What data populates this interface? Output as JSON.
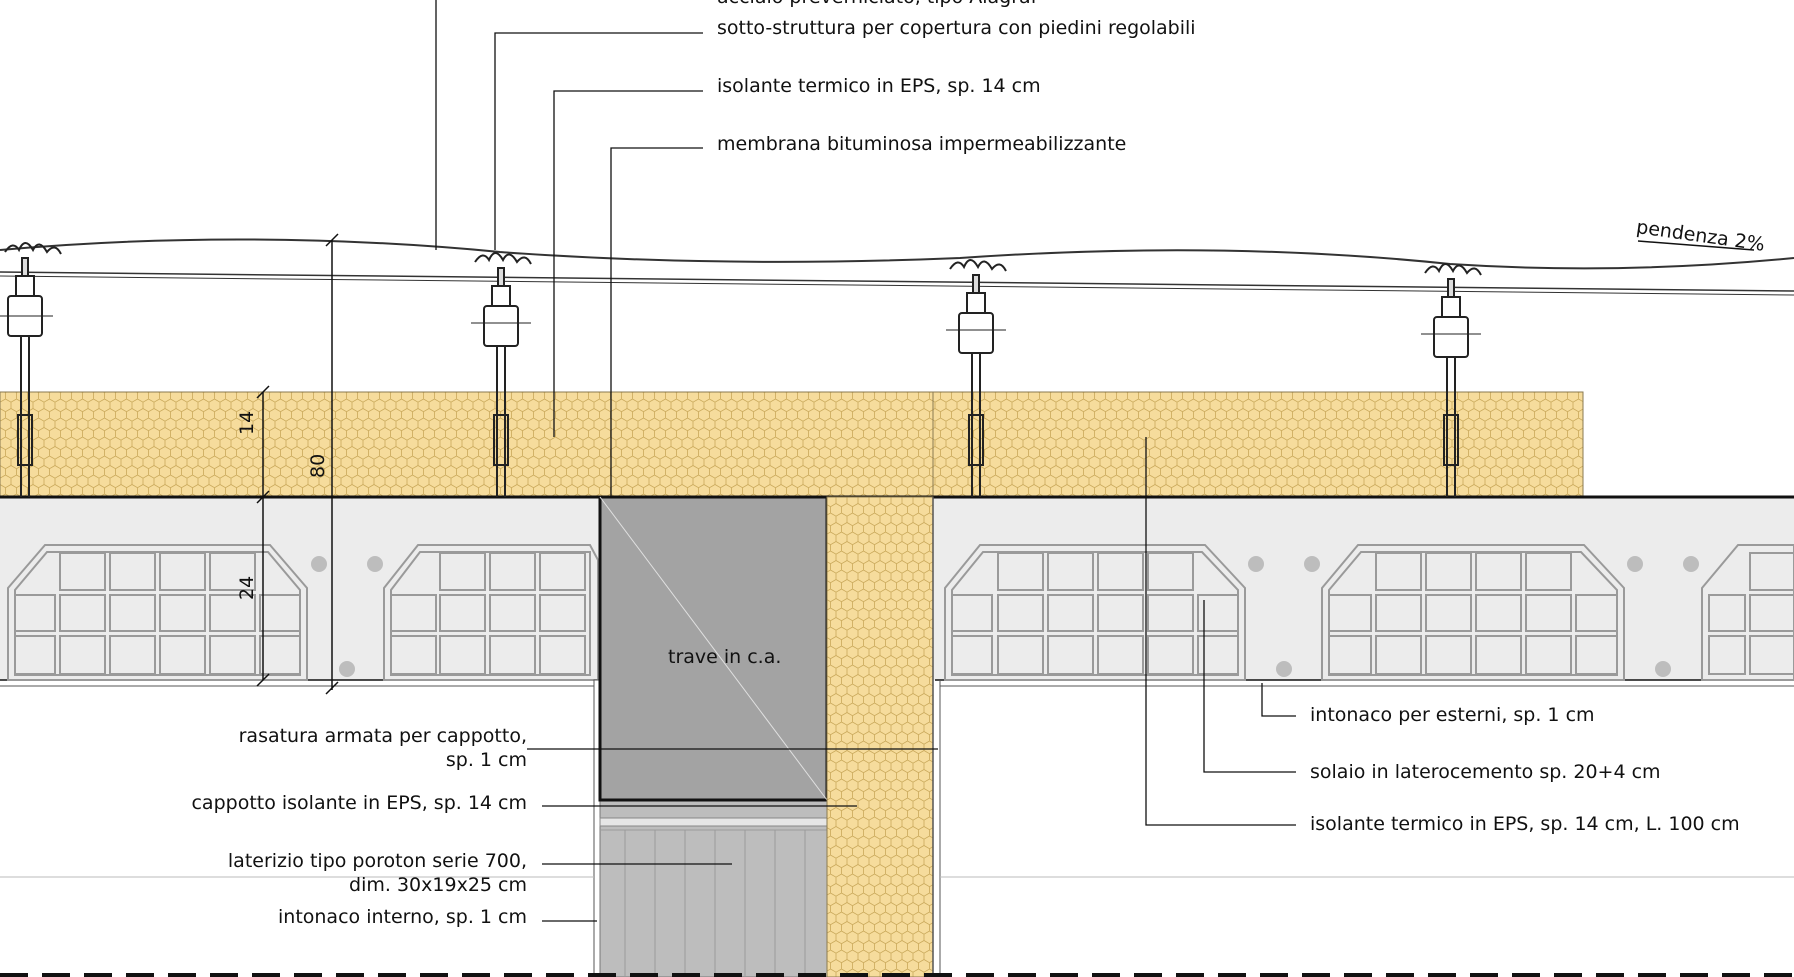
{
  "labels": {
    "top_cut": "acciaio preverniciato, tipo Alagraf",
    "substructure": "sotto-struttura per copertura con piedini regolabili",
    "insulation_top": "isolante termico in EPS, sp. 14 cm",
    "membrane": "membrana bituminosa impermeabilizzante",
    "slope": "pendenza 2%",
    "dim_14": "14",
    "dim_80": "80",
    "dim_24": "24",
    "beam": "trave in c.a.",
    "plaster_ext": "intonaco per esterni, sp. 1 cm",
    "slab": "solaio in laterocemento sp. 20+4 cm",
    "insulation_long": "isolante termico in EPS, sp. 14 cm, L. 100 cm",
    "reinforced_skim_1": "rasatura armata per cappotto,",
    "reinforced_skim_2": "sp. 1 cm",
    "coat": "cappotto isolante in EPS, sp. 14 cm",
    "brick_1": "laterizio tipo poroton serie 700,",
    "brick_2": "dim. 30x19x25 cm",
    "plaster_int": "intonaco interno, sp. 1 cm"
  },
  "colors": {
    "insulation_fill": "#f6dc9c",
    "insulation_hex": "#c9a85a",
    "slab_fill": "#ececec",
    "block_stroke": "#9a9a9a",
    "beam_fill": "#a3a3a3",
    "brick_fill": "#bdbdbd",
    "line": "#111111"
  }
}
